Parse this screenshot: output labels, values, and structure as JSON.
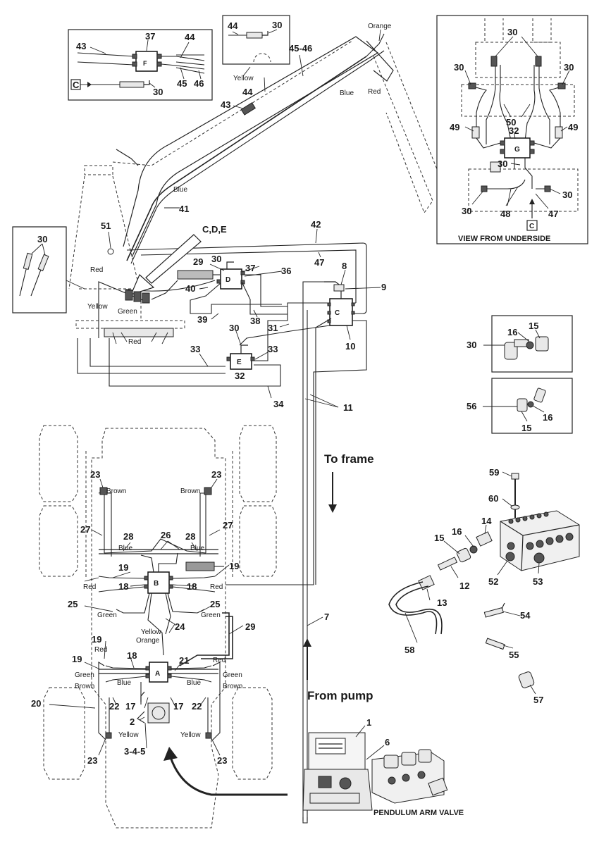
{
  "labels": {
    "l1": "1",
    "l2": "2",
    "l3_4_5": "3-4-5",
    "l6": "6",
    "l7": "7",
    "l8": "8",
    "l9": "9",
    "l10": "10",
    "l11": "11",
    "l12": "12",
    "l13": "13",
    "l14": "14",
    "l15a": "15",
    "l15b": "15",
    "l15c": "15",
    "l16a": "16",
    "l16b": "16",
    "l16c": "16",
    "l17a": "17",
    "l17b": "17",
    "l18a": "18",
    "l18b": "18",
    "l18c": "18",
    "l19a": "19",
    "l19b": "19",
    "l19c": "19",
    "l19d": "19",
    "l20": "20",
    "l21": "21",
    "l22a": "22",
    "l22b": "22",
    "l23a": "23",
    "l23b": "23",
    "l23c": "23",
    "l23d": "23",
    "l24": "24",
    "l25a": "25",
    "l25b": "25",
    "l26": "26",
    "l27a": "27",
    "l27b": "27",
    "l28a": "28",
    "l28b": "28",
    "l29a": "29",
    "l29b": "29",
    "l30a": "30",
    "l30b": "30",
    "l30c": "30",
    "l30d": "30",
    "l30e": "30",
    "l30f": "30",
    "l30g": "30",
    "l30h": "30",
    "l30i": "30",
    "l30j": "30",
    "l30k": "30",
    "l30l": "30",
    "l31": "31",
    "l32a": "32",
    "l32b": "32",
    "l33a": "33",
    "l33b": "33",
    "l34": "34",
    "l36": "36",
    "l37a": "37",
    "l37b": "37",
    "l38": "38",
    "l39": "39",
    "l40": "40",
    "l41": "41",
    "l42": "42",
    "l43a": "43",
    "l43b": "43",
    "l44a": "44",
    "l44b": "44",
    "l44c": "44",
    "l45": "45",
    "l45_46": "45-46",
    "l46": "46",
    "l47a": "47",
    "l47b": "47",
    "l48": "48",
    "l49a": "49",
    "l49b": "49",
    "l50": "50",
    "l51": "51",
    "l52": "52",
    "l53": "53",
    "l54": "54",
    "l55": "55",
    "l56": "56",
    "l57": "57",
    "l58": "58",
    "l59": "59",
    "l60": "60",
    "lcde": "C,D,E",
    "lc1": "C",
    "lc2": "C"
  },
  "blocks": {
    "A": "A",
    "B": "B",
    "C": "C",
    "D": "D",
    "E": "E",
    "F": "F",
    "G": "G"
  },
  "colors": {
    "orange1": "Orange",
    "yellow1": "Yellow",
    "blue1": "Blue",
    "red1": "Red",
    "blue2": "Blue",
    "red2": "Red",
    "yellow2": "Yellow",
    "green1": "Green",
    "red3": "Red",
    "brown1": "Brown",
    "brown2": "Brown",
    "blue3": "Blue",
    "blue4": "Blue",
    "red4": "Red",
    "red5": "Red",
    "green2": "Green",
    "green3": "Green",
    "yellow3": "Yellow",
    "orange2": "Orange",
    "red6": "Red",
    "red7": "Red",
    "green4": "Green",
    "green5": "Green",
    "brown3": "Brown",
    "brown4": "Brown",
    "blue5": "Blue",
    "blue6": "Blue",
    "yellow4": "Yellow",
    "yellow5": "Yellow"
  },
  "captions": {
    "view_underside": "VIEW FROM UNDERSIDE",
    "to_frame": "To frame",
    "from_pump": "From pump",
    "pendulum": "PENDULUM ARM VALVE"
  }
}
